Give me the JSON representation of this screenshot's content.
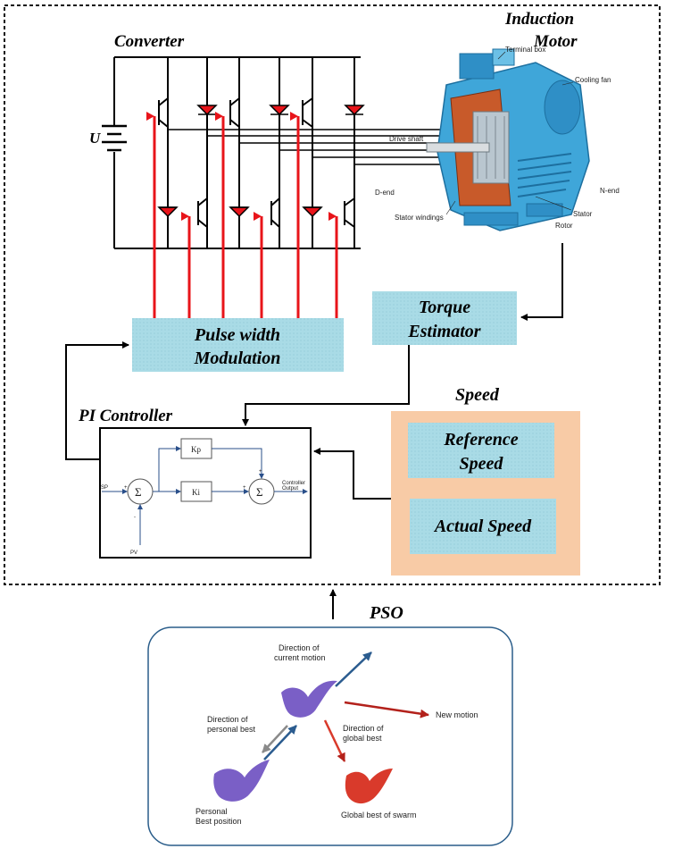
{
  "labels": {
    "converter": "Converter",
    "u": "U",
    "induction": "Induction",
    "motor": "Motor",
    "pwm_line1": "Pulse width",
    "pwm_line2": "Modulation",
    "torque_line1": "Torque",
    "torque_line2": "Estimator",
    "pi_controller": "PI Controller",
    "speed": "Speed",
    "ref_line1": "Reference",
    "ref_line2": "Speed",
    "actual_speed": "Actual Speed",
    "pso": "PSO"
  },
  "motor_parts": {
    "terminal_box": "Terminal box",
    "cooling_fan": "Cooling fan",
    "drive_shaft": "Drive shaft",
    "d_end": "D-end",
    "n_end": "N-end",
    "stator_windings": "Stator windings",
    "stator": "Stator",
    "rotor": "Rotor"
  },
  "pi_block": {
    "sp": "SP",
    "pv": "PV",
    "sum": "Σ",
    "kp": "Kp",
    "ki": "Ki",
    "plus": "+",
    "minus": "-",
    "output_line1": "Controller",
    "output_line2": "Output"
  },
  "pso_panel": {
    "current_motion_line1": "Direction of",
    "current_motion_line2": "current motion",
    "personal_best_dir_line1": "Direction of",
    "personal_best_dir_line2": "personal best",
    "global_best_dir_line1": "Direction of",
    "global_best_dir_line2": "global best",
    "new_motion": "New motion",
    "personal_best_pos_line1": "Personal",
    "personal_best_pos_line2": "Best position",
    "global_best_swarm": "Global best of swarm"
  },
  "colors": {
    "box_fill": "#a9dbe6",
    "speed_panel": "#f8cba6",
    "red_arrow": "#e8141a",
    "pso_border": "#2a5d8a",
    "bird_purple": "#7a5fc6",
    "bird_red": "#d93a2b"
  }
}
